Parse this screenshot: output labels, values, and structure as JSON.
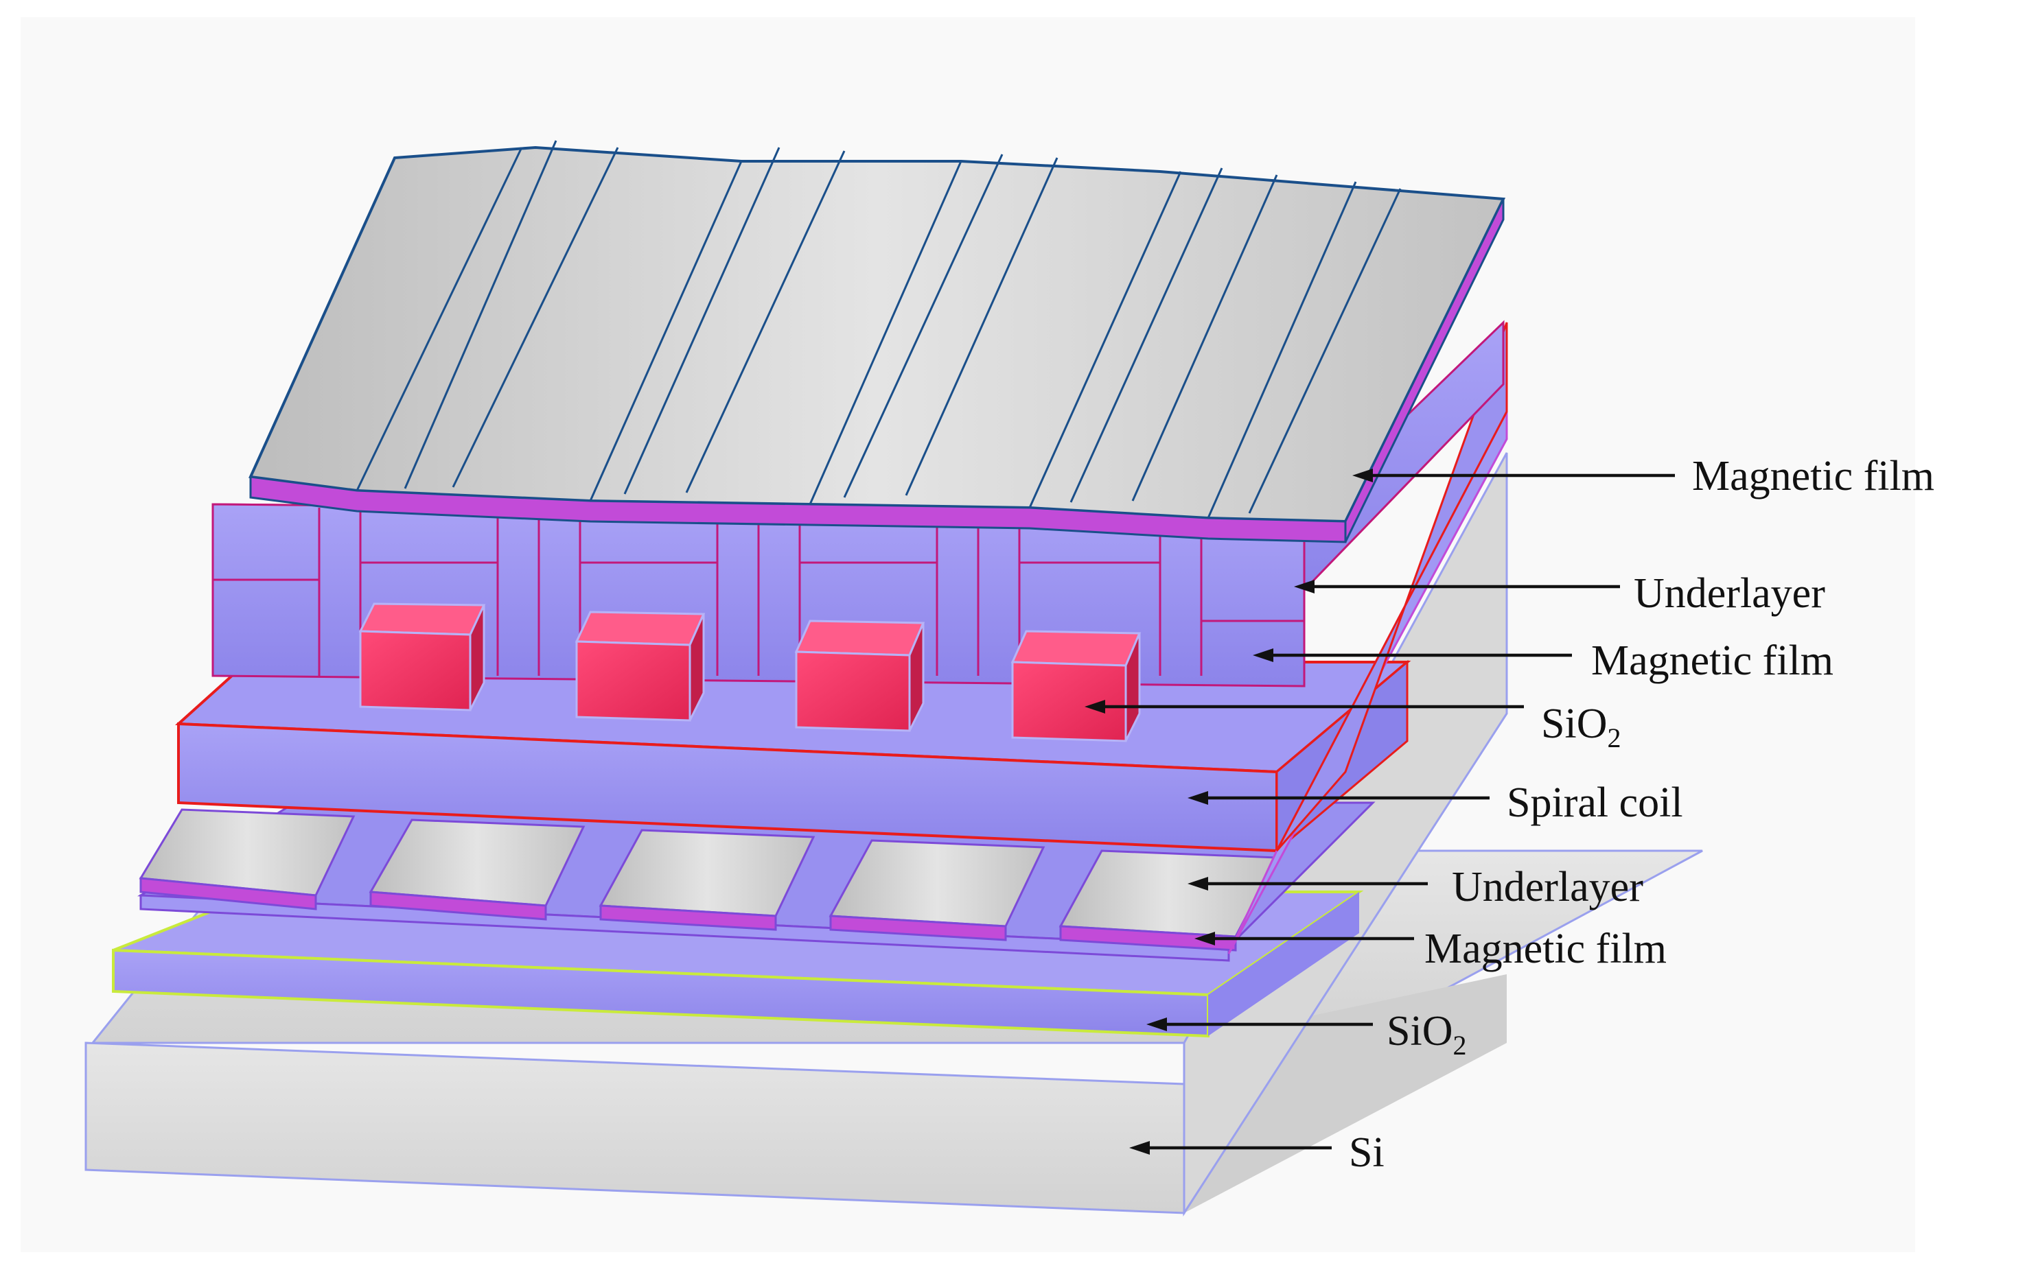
{
  "labels": [
    {
      "id": "magnetic-film-top",
      "text": "Magnetic film"
    },
    {
      "id": "underlayer-upper",
      "text": "Underlayer"
    },
    {
      "id": "magnetic-film-middle",
      "text": "Magnetic film"
    },
    {
      "id": "sio2-upper",
      "base": "SiO",
      "sub": "2"
    },
    {
      "id": "spiral-coil",
      "text": "Spiral coil"
    },
    {
      "id": "underlayer-lower",
      "text": "Underlayer"
    },
    {
      "id": "magnetic-film-bottom",
      "text": "Magnetic film"
    },
    {
      "id": "sio2-lower",
      "base": "SiO",
      "sub": "2"
    },
    {
      "id": "si-substrate",
      "text": "Si"
    }
  ],
  "colors": {
    "background": "#ffffff",
    "panel": "#f9f9f9",
    "magnetic_film_gray": "#c8c8c8",
    "underlayer_purple": "#c24bd8",
    "layer_lavender": "#9c94f2",
    "spiral_coil_red": "#e3284f",
    "coil_outline_red": "#e81c1c",
    "sio2_yellow_green": "#c9ea3c",
    "strip_outline_blue": "#1a4f8a",
    "substrate_gray": "#dcdcdc"
  }
}
